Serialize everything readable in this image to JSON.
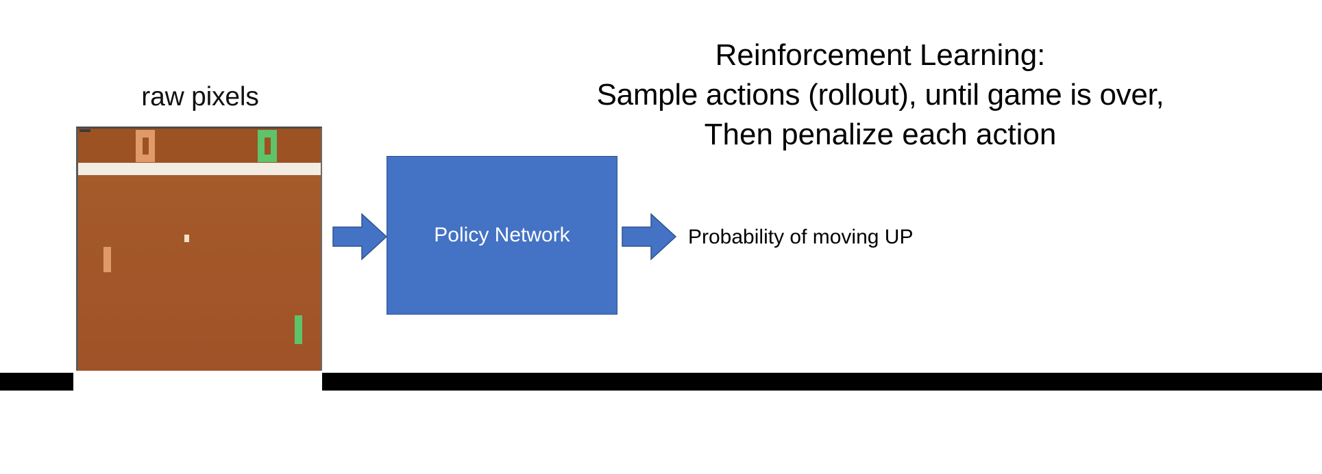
{
  "slide": {
    "background_color": "#ffffff",
    "headline": {
      "lines": [
        "Reinforcement Learning:",
        "Sample actions (rollout), until game is over,",
        "Then penalize each action"
      ]
    },
    "raw_pixels_caption": "raw pixels",
    "policy_network": {
      "label": "Policy Network",
      "fill_color": "#4472c4",
      "border_color": "#2f528f",
      "text_color": "#ffffff"
    },
    "output": {
      "label": "Probability of moving UP"
    },
    "arrows": {
      "input_arrow_name": "right-arrow-icon",
      "output_arrow_name": "right-arrow-icon",
      "color": "#4472c4"
    },
    "pong": {
      "background_color": "#a0522d",
      "divider_color": "#f2ece3",
      "score_left": "0",
      "score_left_color": "#e09a6a",
      "score_right": "0",
      "score_right_color": "#5fc36a",
      "paddle_left_color": "#e09a6a",
      "paddle_right_color": "#5fc36a",
      "ball_color": "#f0e3c8"
    },
    "black_bars": {
      "color": "#000000"
    }
  }
}
